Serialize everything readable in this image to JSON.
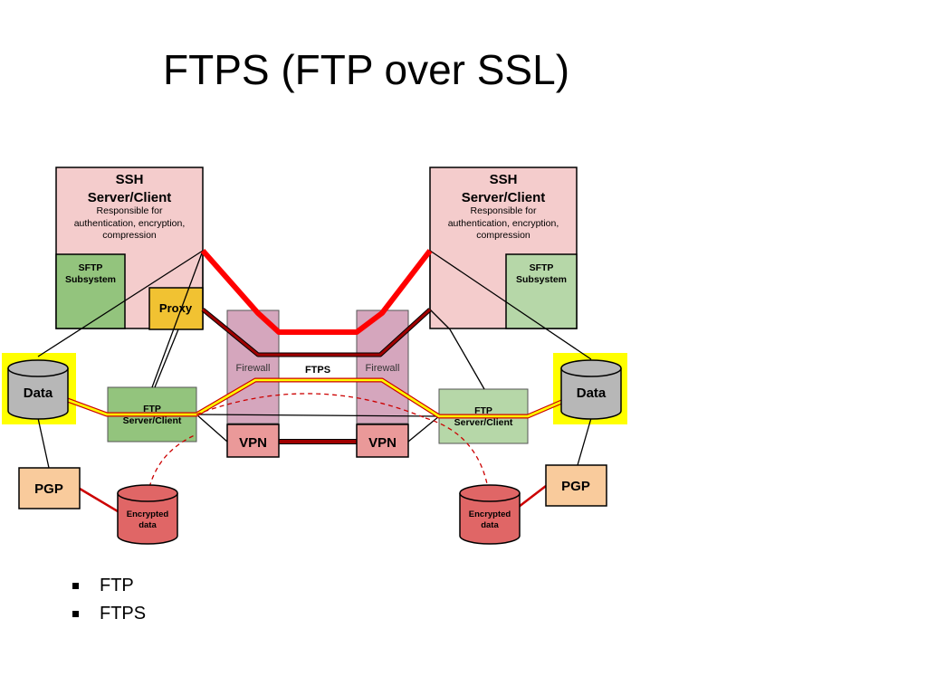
{
  "title": "FTPS (FTP over SSL)",
  "left": {
    "ssh_title_1": "SSH",
    "ssh_title_2": "Server/Client",
    "ssh_desc_1": "Responsible for",
    "ssh_desc_2": "authentication, encryption,",
    "ssh_desc_3": "compression",
    "sftp_1": "SFTP",
    "sftp_2": "Subsystem",
    "proxy": "Proxy",
    "data": "Data",
    "ftp_1": "FTP",
    "ftp_2": "Server/Client",
    "pgp": "PGP",
    "encrypted_1": "Encrypted",
    "encrypted_2": "data"
  },
  "right": {
    "ssh_title_1": "SSH",
    "ssh_title_2": "Server/Client",
    "ssh_desc_1": "Responsible for",
    "ssh_desc_2": "authentication, encryption,",
    "ssh_desc_3": "compression",
    "sftp_1": "SFTP",
    "sftp_2": "Subsystem",
    "data": "Data",
    "ftp_1": "FTP",
    "ftp_2": "Server/Client",
    "pgp": "PGP",
    "encrypted_1": "Encrypted",
    "encrypted_2": "data"
  },
  "middle": {
    "firewall_left": "Firewall",
    "firewall_right": "Firewall",
    "ftps_label": "FTPS",
    "vpn_left": "VPN",
    "vpn_right": "VPN"
  },
  "bullets": [
    "FTP",
    "FTPS"
  ],
  "colors": {
    "ssh_box": "#f4cccc",
    "sftp_left": "#93c47d",
    "sftp_right": "#b6d7a8",
    "proxy": "#f1c232",
    "data_highlight": "#ffff00",
    "data_cylinder": "#b7b7b7",
    "pgp": "#f9cb9c",
    "encrypted": "#e06666",
    "firewall": "#d5a6bd",
    "vpn": "#ea9999",
    "ssh_link": "#ff0000",
    "vpn_link": "#990000",
    "ftps_link": "#ffff00"
  }
}
